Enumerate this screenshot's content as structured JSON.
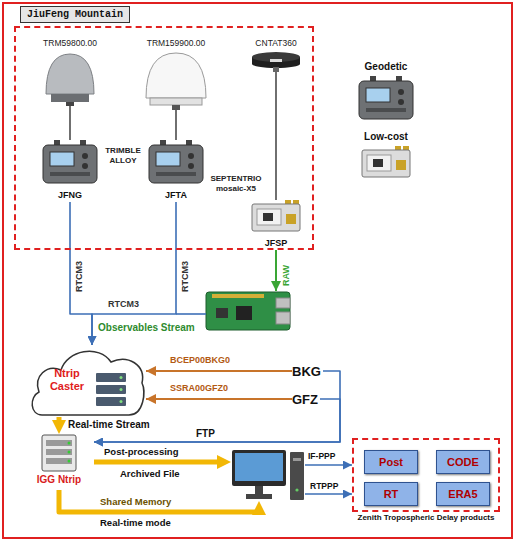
{
  "diagram": {
    "nodes": [
      {
        "text": [
          "JiuFeng Mountain"
        ]
      },
      {
        "text": [
          "TRM59800.00"
        ],
        "in": 0
      },
      {
        "text": [
          "TRM159900.00"
        ],
        "in": 0
      },
      {
        "text": [
          "CNTAT360"
        ],
        "in": 0
      },
      {
        "text": [
          "JFNG"
        ],
        "in": 0
      },
      {
        "text": [
          "JFTA"
        ],
        "in": 0
      },
      {
        "text": [
          "JFSP"
        ],
        "in": 0
      },
      {
        "text": [
          "Ntrip Caster"
        ]
      },
      {
        "text": [
          "BKG"
        ]
      },
      {
        "text": [
          "GFZ"
        ]
      },
      {
        "text": [
          "IGG Ntrip"
        ]
      },
      {
        "text": [
          "Zenith Tropospheric Delay products"
        ]
      },
      {
        "text": [
          "Post"
        ],
        "in": 11
      },
      {
        "text": [
          "CODE"
        ],
        "in": 11
      },
      {
        "text": [
          "RT"
        ],
        "in": 11
      },
      {
        "text": [
          "ERA5"
        ],
        "in": 11
      }
    ],
    "edges": [
      {
        "from": 1,
        "to": 4,
        "arrow": "none"
      },
      {
        "from": 2,
        "to": 5,
        "arrow": "none"
      },
      {
        "from": 3,
        "to": 6,
        "arrow": "none"
      },
      {
        "from": 4,
        "to": 7,
        "arrow": "to",
        "label": "RTCM3"
      },
      {
        "from": 5,
        "to": 7,
        "arrow": "to",
        "label": "RTCM3"
      },
      {
        "from": 8,
        "to": 7,
        "arrow": "to",
        "label": "BCEP00BKG0"
      },
      {
        "from": 9,
        "to": 7,
        "arrow": "to",
        "label": "SSRA00GFZ0"
      },
      {
        "from": 7,
        "to": 10,
        "arrow": "to",
        "label": "Real-time Stream"
      },
      {
        "from": 8,
        "to": 10,
        "arrow": "to",
        "label": "FTP"
      },
      {
        "from": 9,
        "to": 10,
        "arrow": "to"
      }
    ],
    "labels": [
      "TRIMBLE ALLOY",
      "SEPTENTRIO mosaic-X5",
      "RAW",
      "RTCM3",
      "Observables Stream",
      "Post-processing",
      "Archived File",
      "Shared Memory",
      "Real-time mode",
      "IF-PPP",
      "RTPPP"
    ],
    "legend": [
      {
        "text": "Geodetic"
      },
      {
        "text": "Low-cost"
      }
    ]
  }
}
